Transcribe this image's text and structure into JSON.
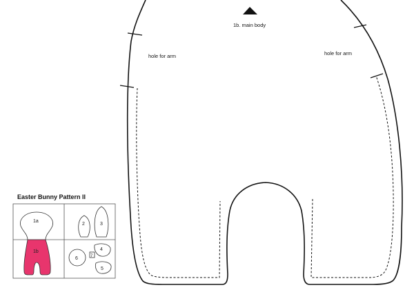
{
  "pattern": {
    "piece_label": "1b. main body",
    "left_arm_hole_label": "hole for arm",
    "right_arm_hole_label": "hole for arm"
  },
  "legend": {
    "title": "Easter Bunny Pattern II",
    "pieces": [
      "1a",
      "1b",
      "2",
      "3",
      "4",
      "5",
      "6",
      "7"
    ],
    "highlight_color": "#e8356d"
  }
}
